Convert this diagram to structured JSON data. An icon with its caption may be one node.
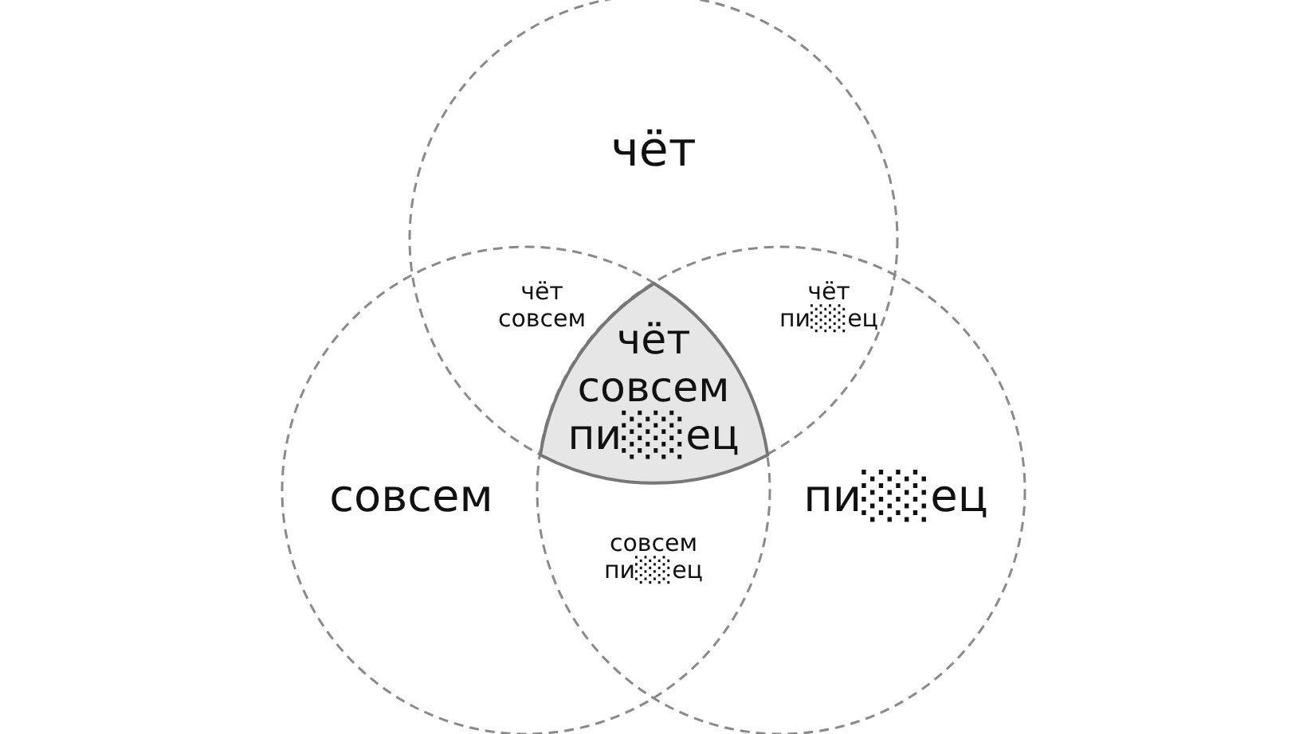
{
  "diagram": {
    "nodes": [
      {
        "text": [
          "чёт"
        ]
      },
      {
        "text": [
          "совсем"
        ]
      },
      {
        "text": [
          "пи░░ец"
        ]
      },
      {
        "text": [
          "чёт совсем пи░░ец"
        ]
      }
    ],
    "edges": [],
    "labels": [
      "чёт совсем",
      "чёт пи░░ец",
      "совсем пи░░ец"
    ]
  }
}
